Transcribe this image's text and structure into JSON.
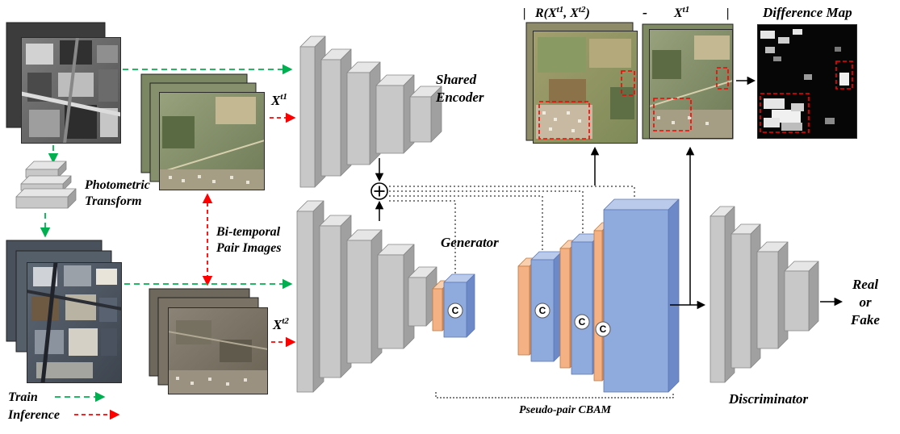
{
  "colors": {
    "train_green": "#00b050",
    "inference_red": "#ff0000",
    "block_gray": [
      "#c8c8c8",
      "#e6e6e6",
      "#a0a0a0",
      "#858585"
    ],
    "block_orange": [
      "#f4b183",
      "#f9cfad",
      "#d88f56",
      "#c27840"
    ],
    "block_blue": [
      "#8faadc",
      "#b9caeb",
      "#6d89c7",
      "#5c78b5"
    ]
  },
  "labels": {
    "shared_encoder_1": "Shared",
    "shared_encoder_2": "Encoder",
    "generator": "Generator",
    "discriminator": "Discriminator",
    "photometric_1": "Photometric",
    "photometric_2": "Transform",
    "bitemporal_1": "Bi-temporal",
    "bitemporal_2": "Pair Images",
    "pseudo_pair_cbam": "Pseudo-pair CBAM",
    "difference_map": "Difference Map",
    "real": "Real",
    "or": "or",
    "fake": "Fake",
    "train": "Train",
    "inference": "Inference",
    "x_base": "X",
    "t1_sup": "t1",
    "t2_sup": "t2",
    "cbam_c": "C"
  },
  "equation": {
    "bar_left": "|",
    "r_prefix": "R(X",
    "sup1": "t1",
    "comma_x": ", X",
    "sup2": "t2",
    "close": ")",
    "minus": "-",
    "x_base": "X",
    "sup3": "t1",
    "bar_right": "|"
  }
}
